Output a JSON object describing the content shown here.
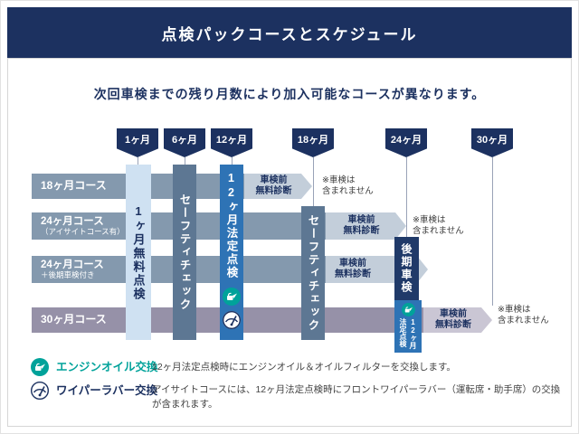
{
  "colors": {
    "navy": "#1c3160",
    "blue": "#2e73b5",
    "slate": "#5d7793",
    "light_blue": "#cfe1f2",
    "row_bar": "#8499ae",
    "row_bar_light": "#c3ceda",
    "row_bar_alt": "#9691a8",
    "row_bar_alt_light": "#cac6d4",
    "teal": "#00a29a"
  },
  "header": {
    "title": "点検パックコースとスケジュール"
  },
  "subtitle": "次回車検までの残り月数により加入可能なコースが異なります。",
  "timeline": {
    "markers": [
      "1ヶ月",
      "6ヶ月",
      "12ヶ月",
      "18ヶ月",
      "24ヶ月",
      "30ヶ月"
    ]
  },
  "courses": [
    {
      "label": "18ヶ月コース",
      "sub": "",
      "note": "車検前\n無料診断",
      "disclaimer": "※車検は\n含まれません"
    },
    {
      "label": "24ヶ月コース",
      "sub": "（アイサイトコース有）",
      "note": "車検前\n無料診断",
      "disclaimer": "※車検は\n含まれません"
    },
    {
      "label": "24ヶ月コース",
      "sub": "＋後期車検付き",
      "note": "車検前\n無料診断",
      "disclaimer": ""
    },
    {
      "label": "30ヶ月コース",
      "sub": "",
      "note": "車検前\n無料診断",
      "disclaimer": "※車検は\n含まれません"
    }
  ],
  "columns": {
    "month1": "1ヶ月無料点検",
    "safety1": "セーフティチェック",
    "legal12_first": "12ヶ月法定点検",
    "safety2": "セーフティチェック",
    "late_inspection": "後期車検",
    "legal12_second": "12ヶ月法定点検"
  },
  "legend": [
    {
      "icon": "oil-icon",
      "title": "エンジンオイル交換",
      "description": "12ヶ月法定点検時にエンジンオイル＆オイルフィルターを交換します。"
    },
    {
      "icon": "wiper-icon",
      "title": "ワイパーラバー交換",
      "description": "アイサイトコースには、12ヶ月法定点検時にフロントワイパーラバー（運転席・助手席）の交換が含まれます。"
    }
  ]
}
